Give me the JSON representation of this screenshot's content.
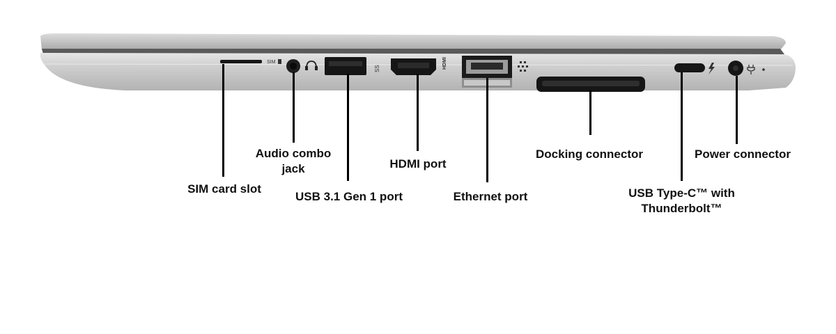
{
  "colors": {
    "chassis_top": "#c4c4c4",
    "chassis_body": "#c9c9c9",
    "port_dark": "#161616",
    "leader_line": "#000000",
    "text": "#111111"
  },
  "port_markings": {
    "sim": "SIM",
    "usb": "SS",
    "hdmi": "HDMI"
  },
  "callouts": [
    {
      "id": "sim-card-slot",
      "lines": [
        "SIM card slot"
      ]
    },
    {
      "id": "audio-combo-jack",
      "lines": [
        "Audio combo",
        "jack"
      ]
    },
    {
      "id": "usb-3-1-gen-1-port",
      "lines": [
        "USB 3.1 Gen 1 port"
      ]
    },
    {
      "id": "hdmi-port",
      "lines": [
        "HDMI port"
      ]
    },
    {
      "id": "ethernet-port",
      "lines": [
        "Ethernet port"
      ]
    },
    {
      "id": "docking-connector",
      "lines": [
        "Docking connector"
      ]
    },
    {
      "id": "usb-type-c-thunderbolt",
      "lines": [
        "USB Type-C™ with",
        "Thunderbolt™"
      ]
    },
    {
      "id": "power-connector",
      "lines": [
        "Power connector"
      ]
    }
  ]
}
